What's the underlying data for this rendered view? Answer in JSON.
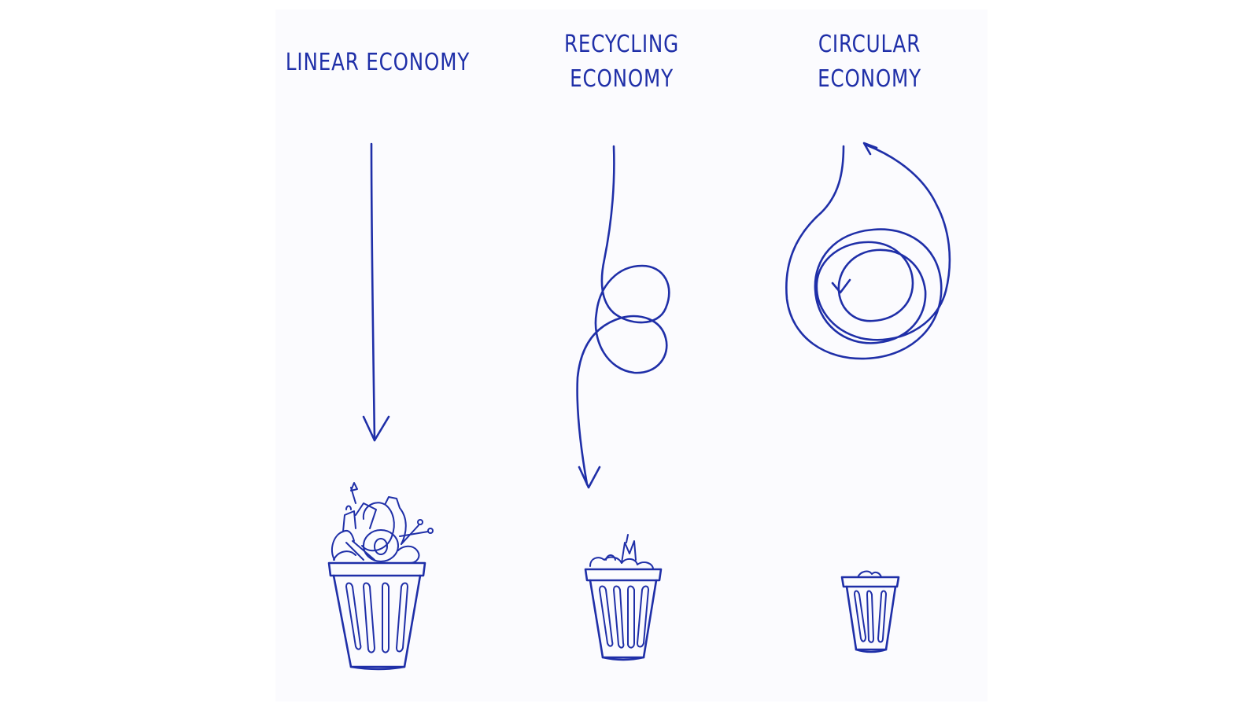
{
  "columns": [
    {
      "id": "linear",
      "label": "LINEAR ECONOMY"
    },
    {
      "id": "recycling",
      "label": "RECYCLING\nECONOMY"
    },
    {
      "id": "circular",
      "label": "CIRCULAR\nECONOMY"
    }
  ],
  "ink_color": "#1f2fa8",
  "icons": {
    "linear_bin": "full-trash-can-icon",
    "recycling_bin": "half-full-trash-can-icon",
    "circular_bin": "nearly-empty-trash-can-icon"
  }
}
